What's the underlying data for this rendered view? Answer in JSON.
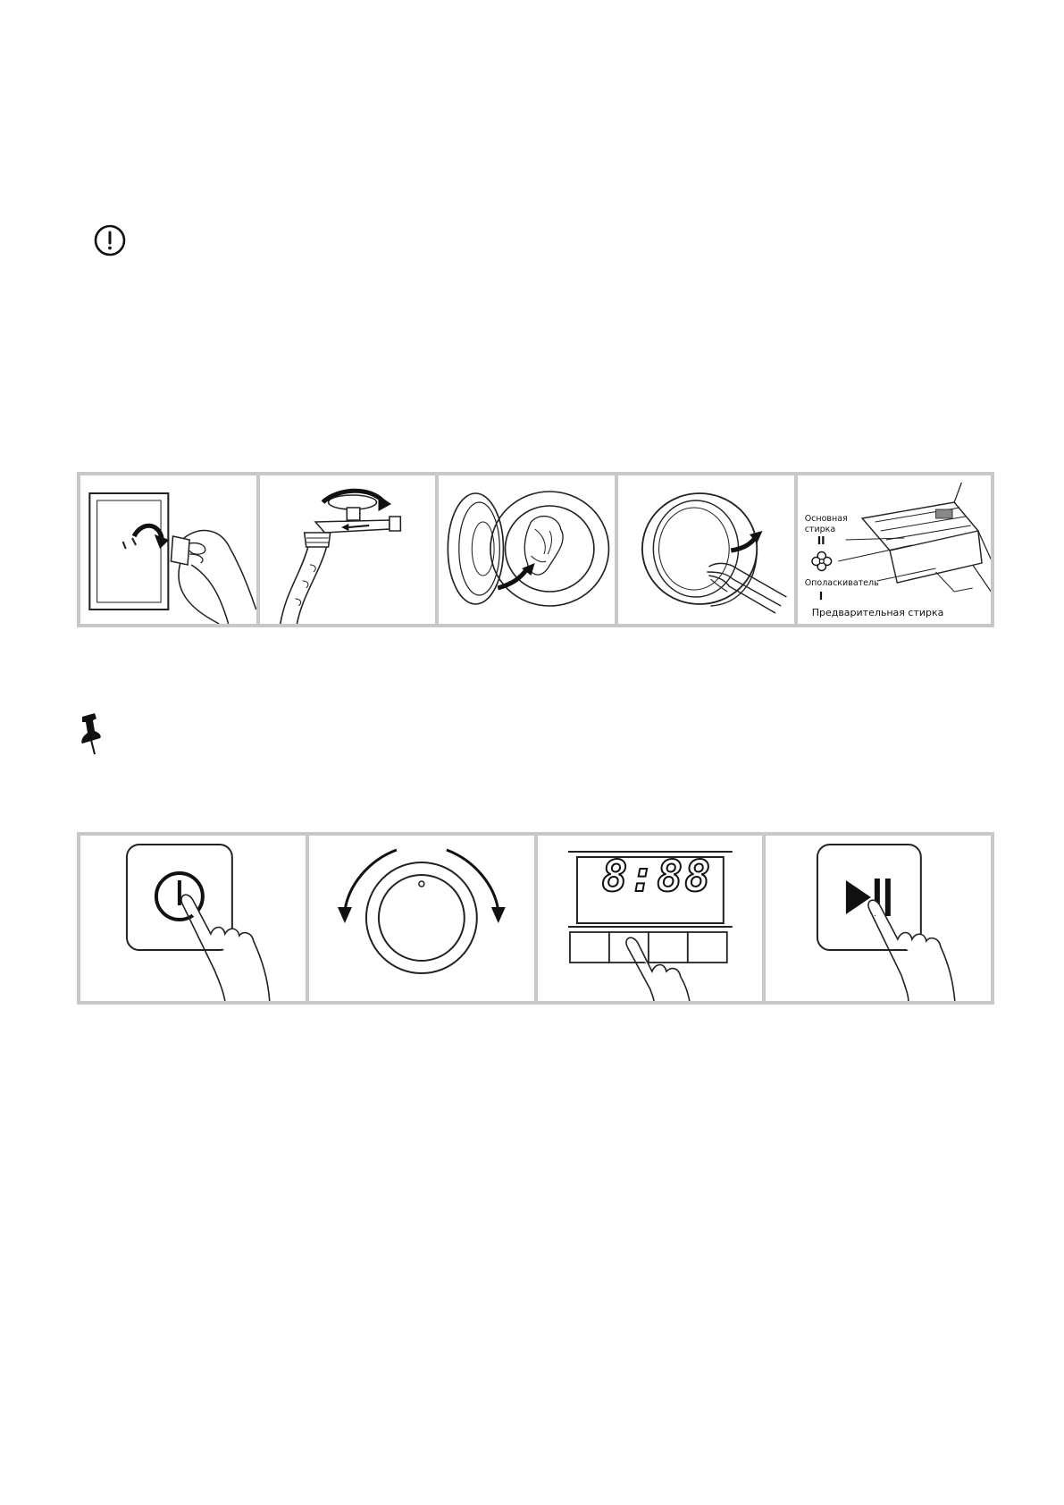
{
  "icons": {
    "warning": "exclamation-circle-icon",
    "note": "pushpin-icon"
  },
  "figure_preparation": {
    "panels": [
      "plug-in-power",
      "open-water-tap",
      "load-laundry",
      "close-door",
      "add-detergent"
    ],
    "detergent_labels": {
      "main_wash_line1": "Основная",
      "main_wash_line2": "стирка",
      "main_wash_symbol": "II",
      "softener": "Ополаскиватель",
      "prewash_symbol": "I",
      "prewash": "Предварительная стирка"
    }
  },
  "figure_operation": {
    "panels": [
      "press-power",
      "turn-program-knob",
      "select-options",
      "press-start-pause"
    ],
    "display_readout": "8:88"
  }
}
